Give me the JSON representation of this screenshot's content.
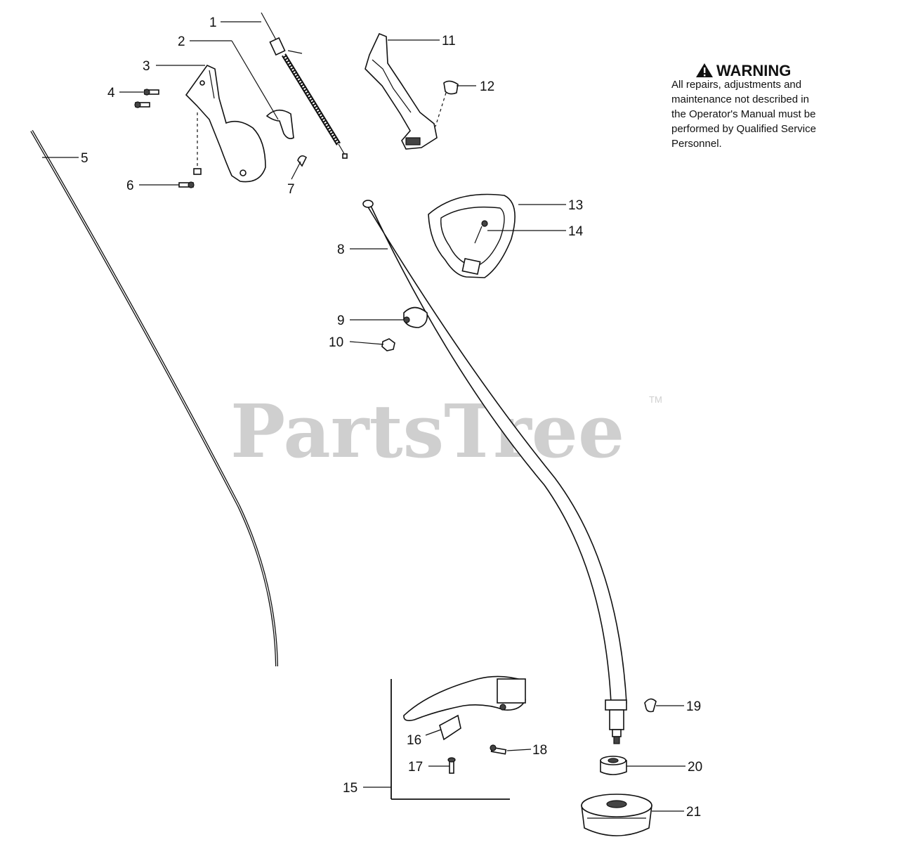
{
  "watermark": {
    "text": "PartsTree",
    "trademark": "TM"
  },
  "warning": {
    "title": "WARNING",
    "lines": [
      "All repairs, adjustments and",
      "maintenance not described in",
      "the Operator's Manual must be",
      "performed by Qualified Service",
      "Personnel."
    ]
  },
  "callouts": [
    {
      "id": "c1",
      "label": "1"
    },
    {
      "id": "c2",
      "label": "2"
    },
    {
      "id": "c3",
      "label": "3"
    },
    {
      "id": "c4",
      "label": "4"
    },
    {
      "id": "c5",
      "label": "5"
    },
    {
      "id": "c6",
      "label": "6"
    },
    {
      "id": "c7",
      "label": "7"
    },
    {
      "id": "c8",
      "label": "8"
    },
    {
      "id": "c9",
      "label": "9"
    },
    {
      "id": "c10",
      "label": "10"
    },
    {
      "id": "c11",
      "label": "11"
    },
    {
      "id": "c12",
      "label": "12"
    },
    {
      "id": "c13",
      "label": "13"
    },
    {
      "id": "c14",
      "label": "14"
    },
    {
      "id": "c15",
      "label": "15"
    },
    {
      "id": "c16",
      "label": "16"
    },
    {
      "id": "c17",
      "label": "17"
    },
    {
      "id": "c18",
      "label": "18"
    },
    {
      "id": "c19",
      "label": "19"
    },
    {
      "id": "c20",
      "label": "20"
    },
    {
      "id": "c21",
      "label": "21"
    }
  ]
}
